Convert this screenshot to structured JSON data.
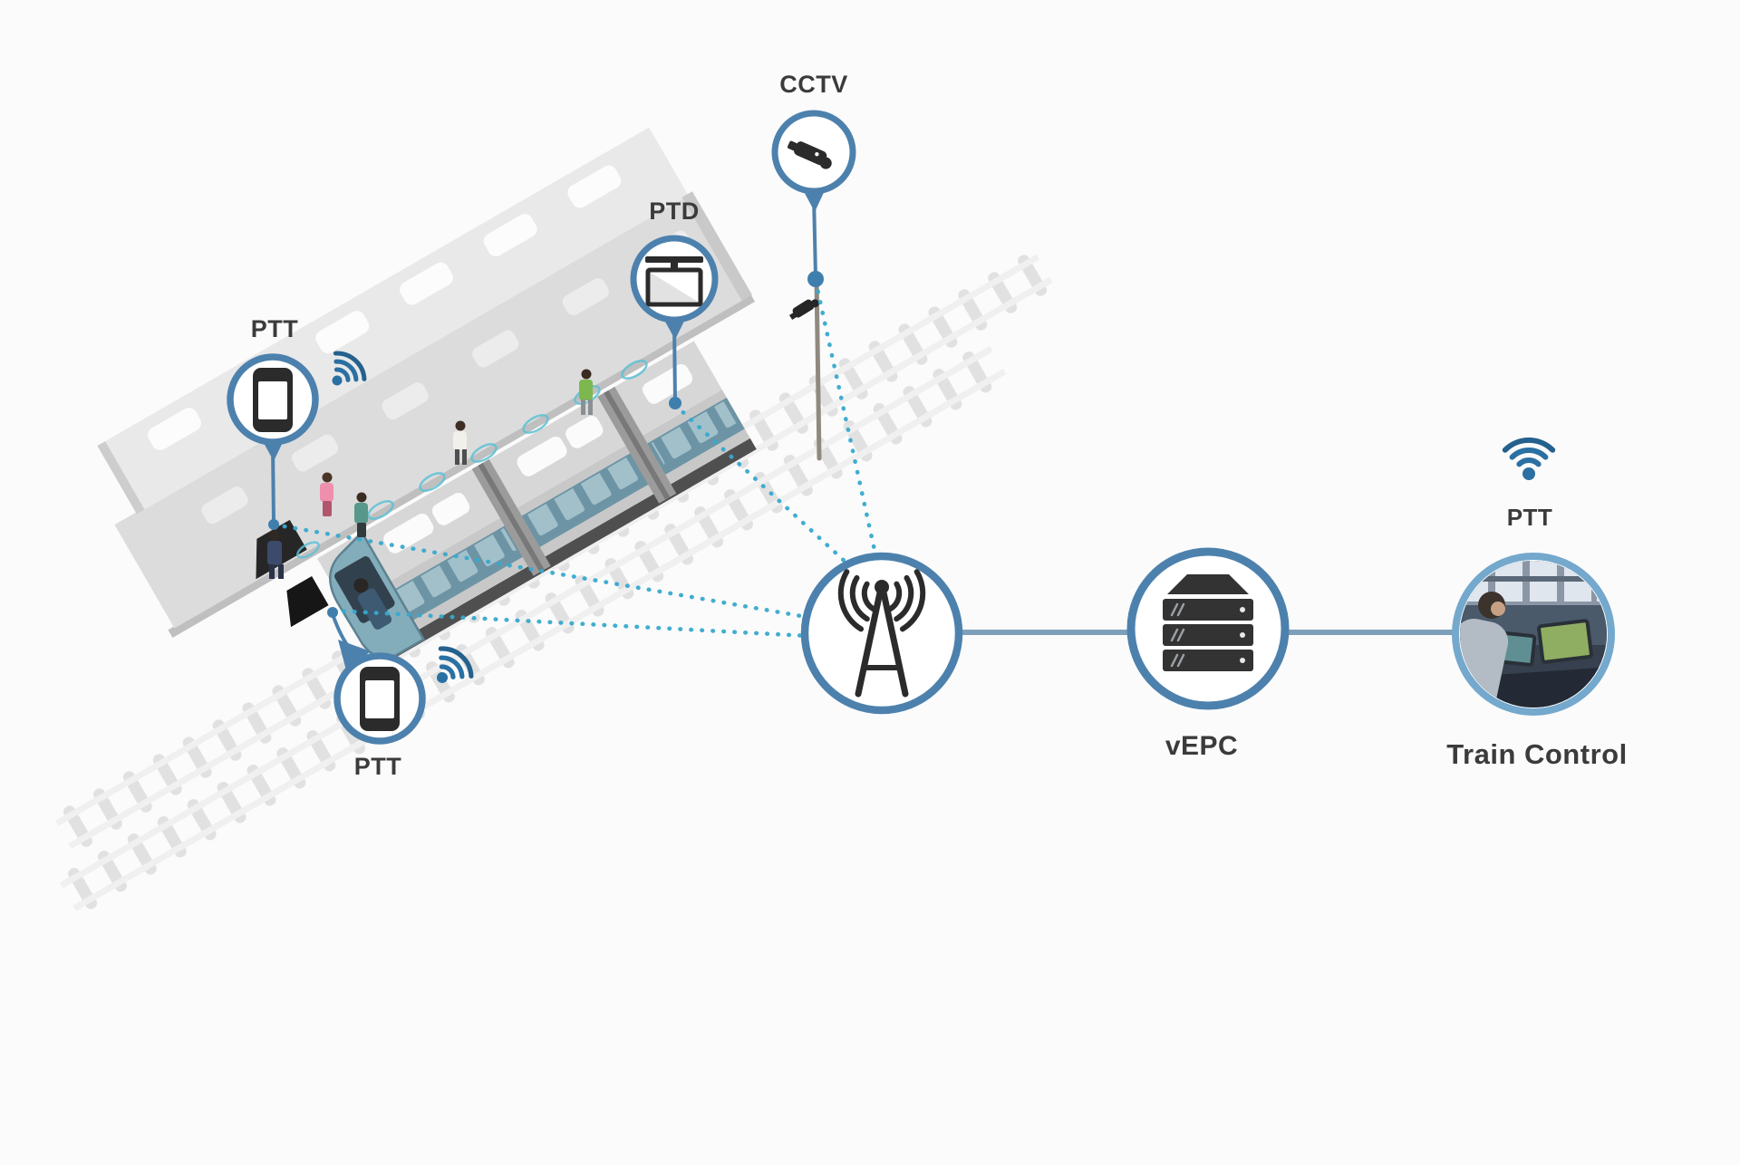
{
  "colors": {
    "background": "#fbfbfb",
    "circle_stroke": "#4d81ad",
    "control_ring": "#74a8cd",
    "dotted_link": "#38a9cf",
    "solid_link": "#7d9fba",
    "icon_dark": "#2b2b2b",
    "wifi_blue": "#2a70a2",
    "label_text": "#3b3b3b",
    "track_gray": "#e2e2e2",
    "platform_gray": "#dcdcdc",
    "train_window_teal": "#6d94a4"
  },
  "nodes": {
    "cctv": {
      "label": "CCTV",
      "icon": "cctv-camera-icon"
    },
    "ptd": {
      "label": "PTD",
      "icon": "passenger-display-icon"
    },
    "ptt_platform": {
      "label": "PTT",
      "icon": "smartphone-icon"
    },
    "ptt_driver": {
      "label": "PTT",
      "icon": "smartphone-icon"
    },
    "base_station": {
      "icon": "radio-tower-icon"
    },
    "vepc": {
      "label": "vEPC",
      "icon": "server-stack-icon"
    },
    "control_ptt": {
      "label": "PTT",
      "icon": "wifi-icon"
    },
    "train_control": {
      "label": "Train Control",
      "icon": "control-room-photo"
    }
  },
  "connections": [
    {
      "from": "platform-staff",
      "to": "base_station",
      "style": "dotted"
    },
    {
      "from": "train-driver",
      "to": "base_station",
      "style": "dotted"
    },
    {
      "from": "ptd",
      "to": "base_station",
      "style": "dotted"
    },
    {
      "from": "cctv",
      "to": "base_station",
      "style": "dotted"
    },
    {
      "from": "base_station",
      "to": "vepc",
      "style": "solid"
    },
    {
      "from": "vepc",
      "to": "train_control",
      "style": "solid"
    }
  ]
}
